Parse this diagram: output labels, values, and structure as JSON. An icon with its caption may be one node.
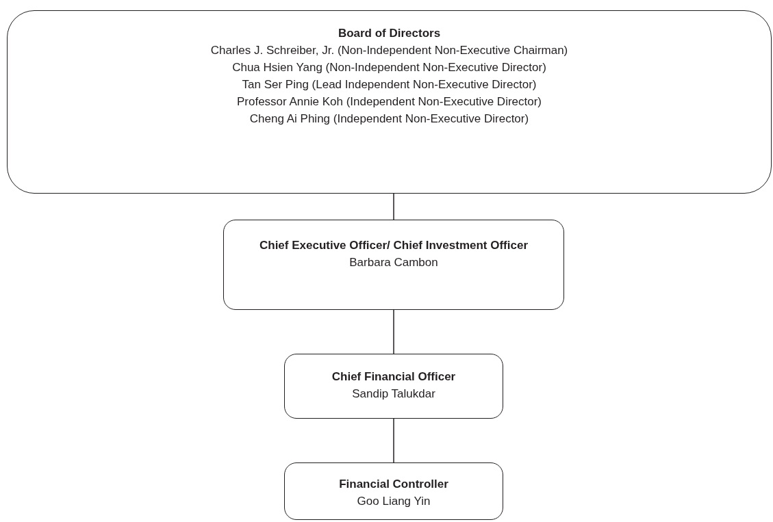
{
  "diagram": {
    "nodes": [
      {
        "text": [
          "Board of Directors",
          "Charles J. Schreiber, Jr. (Non-Independent Non-Executive Chairman)",
          "Chua Hsien Yang (Non-Independent Non-Executive Director)",
          "Tan Ser Ping (Lead Independent Non-Executive Director)",
          "Professor Annie Koh (Independent Non-Executive Director)",
          "Cheng Ai Phing (Independent Non-Executive Director)"
        ]
      },
      {
        "text": [
          "Chief Executive Officer/ Chief Investment Officer",
          "Barbara Cambon"
        ]
      },
      {
        "text": [
          "Chief Financial Officer",
          "Sandip Talukdar"
        ]
      },
      {
        "text": [
          "Financial Controller",
          "Goo Liang Yin"
        ]
      }
    ],
    "edges": [
      {
        "from": 0,
        "to": 1,
        "arrow": "none"
      },
      {
        "from": 1,
        "to": 2,
        "arrow": "none"
      },
      {
        "from": 2,
        "to": 3,
        "arrow": "none"
      }
    ]
  }
}
